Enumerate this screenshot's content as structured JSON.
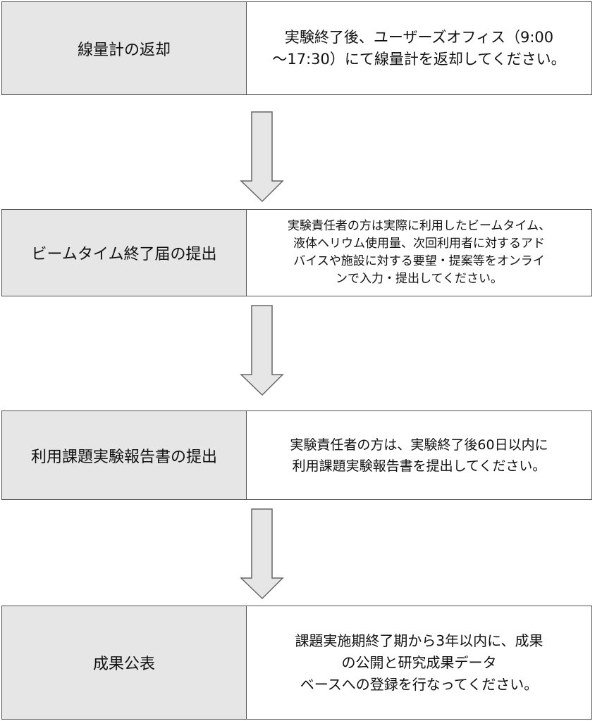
{
  "steps": [
    {
      "label": "線量計の返却",
      "lines": [
        "実験終了後、ユーザーズオフィス（9:00",
        "〜17:30）にて線量計を返却してください。"
      ]
    },
    {
      "label": "ビームタイム終了届の提出",
      "lines": [
        "実験責任者の方は実際に利用したビームタイム、",
        "液体ヘリウム使用量、次回利用者に対するアド",
        "バイスや施設に対する要望・提案等をオンライ",
        "ンで入力・提出してください。"
      ]
    },
    {
      "label": "利用課題実験報告書の提出",
      "lines": [
        "実験責任者の方は、実験終了後60日以内に",
        "利用課題実験報告書を提出してください。"
      ]
    },
    {
      "label": "成果公表",
      "lines": [
        "課題実施期終了期から3年以内に、成果",
        "の公開と研究成果データ",
        "ベースへの登録を行なってください。"
      ]
    }
  ]
}
